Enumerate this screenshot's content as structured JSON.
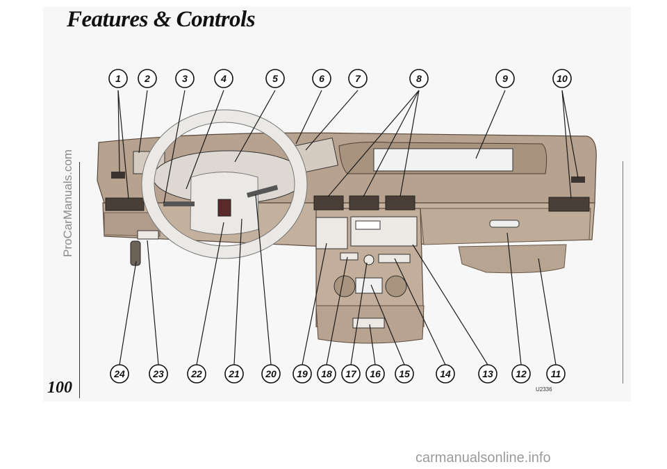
{
  "page": {
    "title": "Features & Controls",
    "page_number": "100",
    "figure_code": "U2336",
    "watermark_side": "ProCarManuals.com",
    "watermark_bottom": "carmanualsonline.info"
  },
  "callouts_top": [
    "1",
    "2",
    "3",
    "4",
    "5",
    "6",
    "7",
    "8",
    "9",
    "10"
  ],
  "callouts_bottom": [
    "24",
    "23",
    "22",
    "21",
    "20",
    "19",
    "18",
    "17",
    "16",
    "15",
    "14",
    "13",
    "12",
    "11"
  ],
  "colors": {
    "dash": "#b6a28e",
    "dash_dark": "#8f7b69",
    "dash_light": "#c9b8a6",
    "wheel": "#ebe9e6",
    "cluster": "#ddd8d2",
    "vent": "#4a3f37",
    "radio": "#ece8e4",
    "line": "#1a1a1a"
  }
}
